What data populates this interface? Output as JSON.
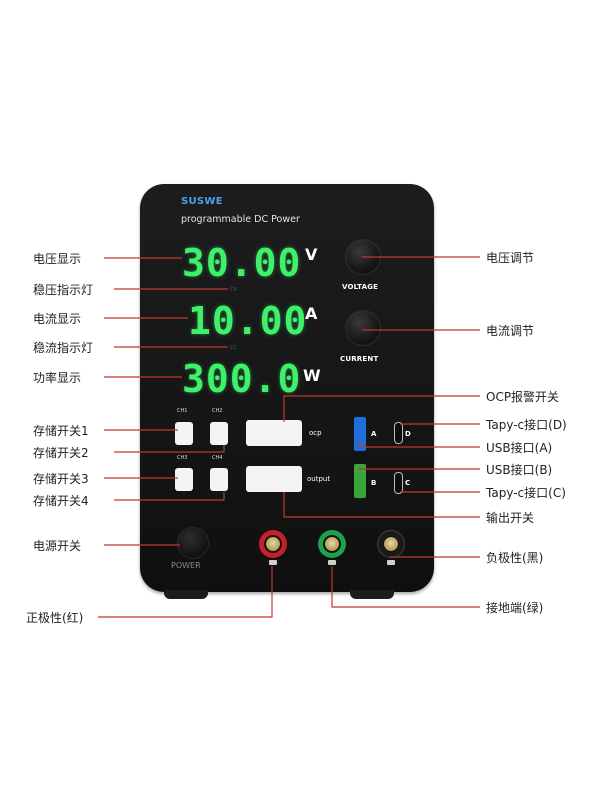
{
  "device": {
    "brand": "SUSWE",
    "subtitle": "programmable DC Power",
    "voltage_display": "30.00",
    "voltage_unit": "V",
    "cv_indicator": "CV",
    "current_display": "10.00",
    "current_unit": "A",
    "cc_indicator": "CC",
    "power_display": "300.0",
    "power_unit": "W",
    "voltage_knob_label": "VOLTAGE",
    "current_knob_label": "CURRENT",
    "ch1": "CH1",
    "ch2": "CH2",
    "ch3": "CH3",
    "ch4": "CH4",
    "ocp_label": "ocp",
    "output_label": "output",
    "usb_a_letter": "A",
    "usb_b_letter": "B",
    "usbc_c_letter": "C",
    "usbc_d_letter": "D",
    "power_label": "POWER"
  },
  "callouts_left": {
    "voltage_display": "电压显示",
    "cv_indicator": "稳压指示灯",
    "current_display": "电流显示",
    "cc_indicator": "稳流指示灯",
    "power_display": "功率显示",
    "memory1": "存储开关1",
    "memory2": "存储开关2",
    "memory3": "存储开关3",
    "memory4": "存储开关4",
    "power_switch": "电源开关",
    "positive": "正极性(红)"
  },
  "callouts_right": {
    "voltage_adjust": "电压调节",
    "current_adjust": "电流调节",
    "ocp_switch": "OCP报警开关",
    "typec_d": "Tapy-c接口(D)",
    "usb_a": "USB接口(A)",
    "usb_b": "USB接口(B)",
    "typec_c": "Tapy-c接口(C)",
    "output_switch": "输出开关",
    "negative": "负极性(黑)",
    "ground": "接地端(绿)"
  },
  "colors": {
    "leader_line": "#c0392b",
    "segment_green": "#3ff06a",
    "usb_a_blue": "#1e6fd9",
    "usb_b_green": "#3aa53a",
    "terminal_red": "#c8202a",
    "terminal_green": "#1aa34a",
    "terminal_black": "#1a1a1a"
  }
}
